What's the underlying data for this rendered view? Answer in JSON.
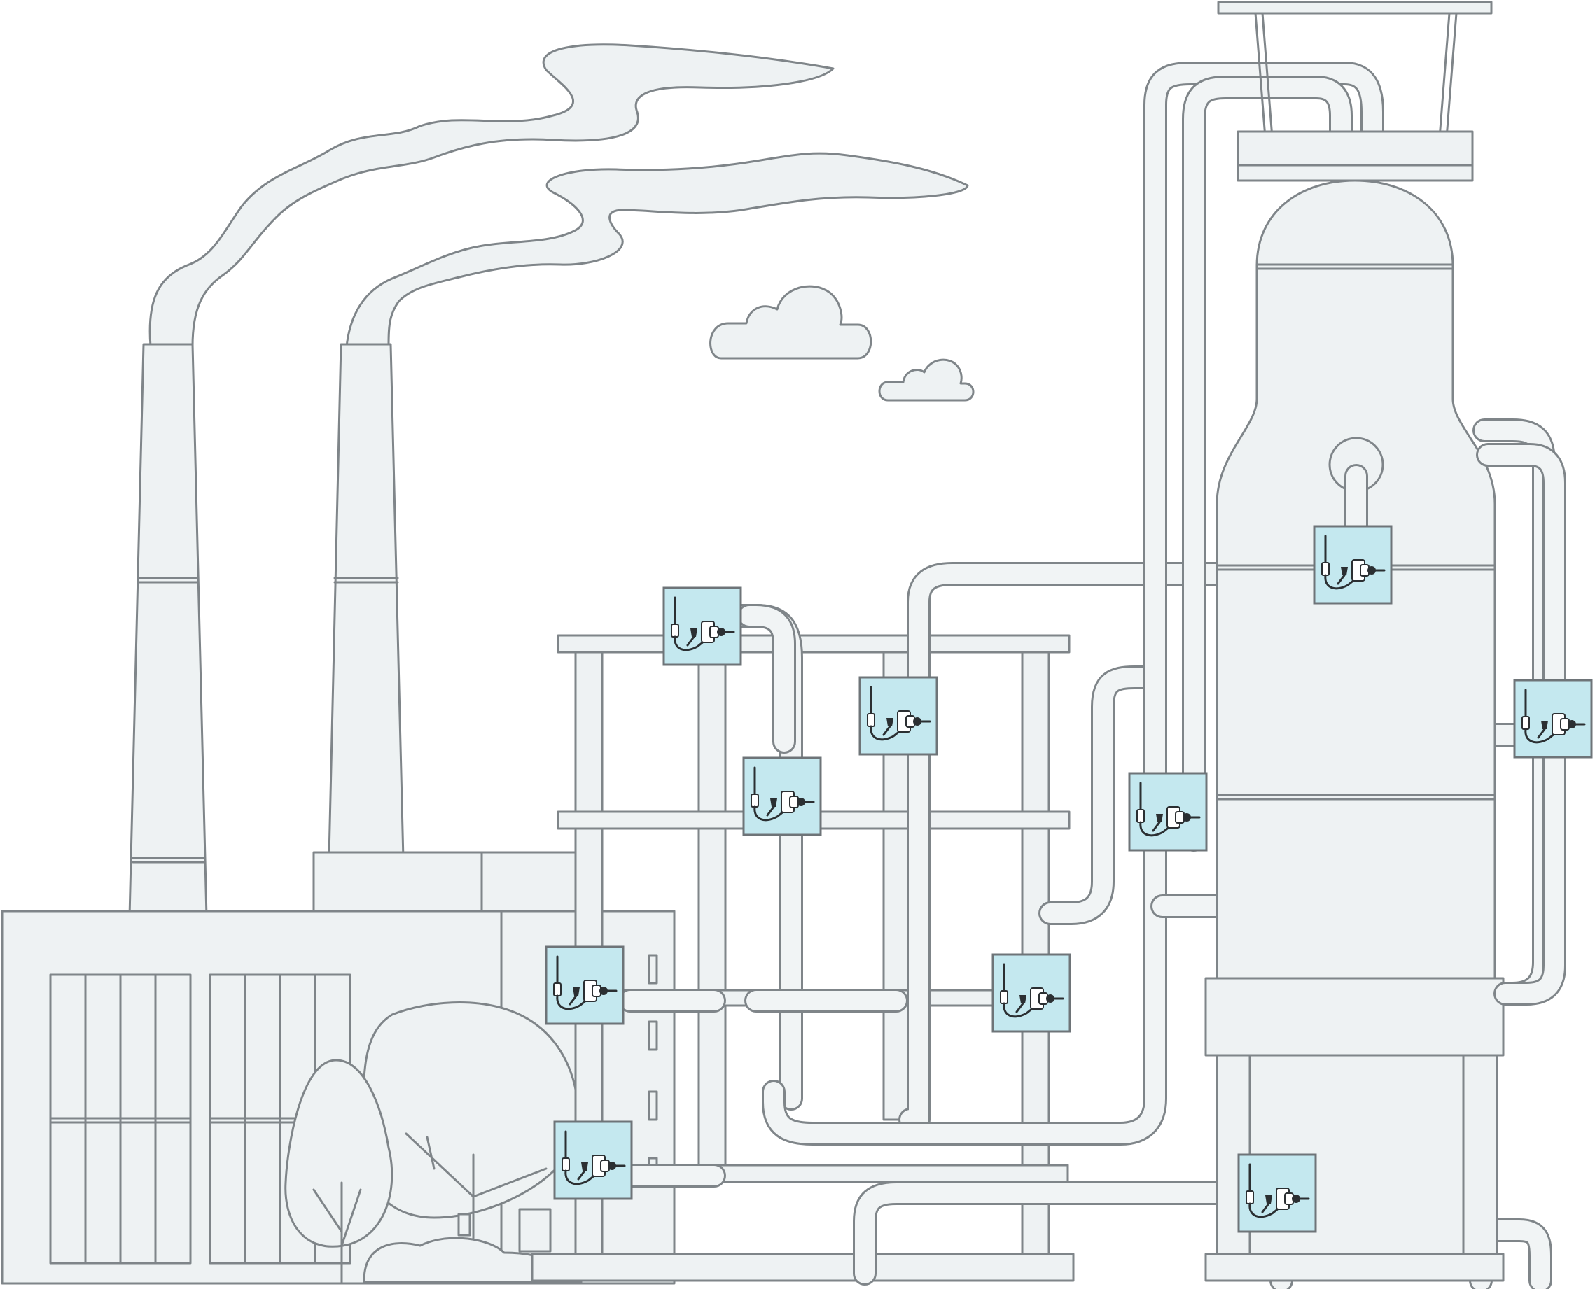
{
  "scene": {
    "name": "industrial-plant-sensor-illustration",
    "colors": {
      "outline": "#7f8589",
      "fill": "#eef2f3",
      "pipe_fill": "#f1f4f5",
      "sensor_box": "#c4e8ef",
      "device": "#2b2f32",
      "background": "#ffffff"
    },
    "sensors": [
      {
        "id": "sensor-1",
        "icon": "wireless-sensor-icon"
      },
      {
        "id": "sensor-2",
        "icon": "wireless-sensor-icon"
      },
      {
        "id": "sensor-3",
        "icon": "wireless-sensor-icon"
      },
      {
        "id": "sensor-4",
        "icon": "wireless-sensor-icon"
      },
      {
        "id": "sensor-5",
        "icon": "wireless-sensor-icon"
      },
      {
        "id": "sensor-6",
        "icon": "wireless-sensor-icon"
      },
      {
        "id": "sensor-7",
        "icon": "wireless-sensor-icon"
      },
      {
        "id": "sensor-8",
        "icon": "wireless-sensor-icon"
      },
      {
        "id": "sensor-9",
        "icon": "wireless-sensor-icon"
      },
      {
        "id": "sensor-10",
        "icon": "wireless-sensor-icon"
      },
      {
        "id": "sensor-11",
        "icon": "wireless-sensor-icon"
      }
    ]
  }
}
